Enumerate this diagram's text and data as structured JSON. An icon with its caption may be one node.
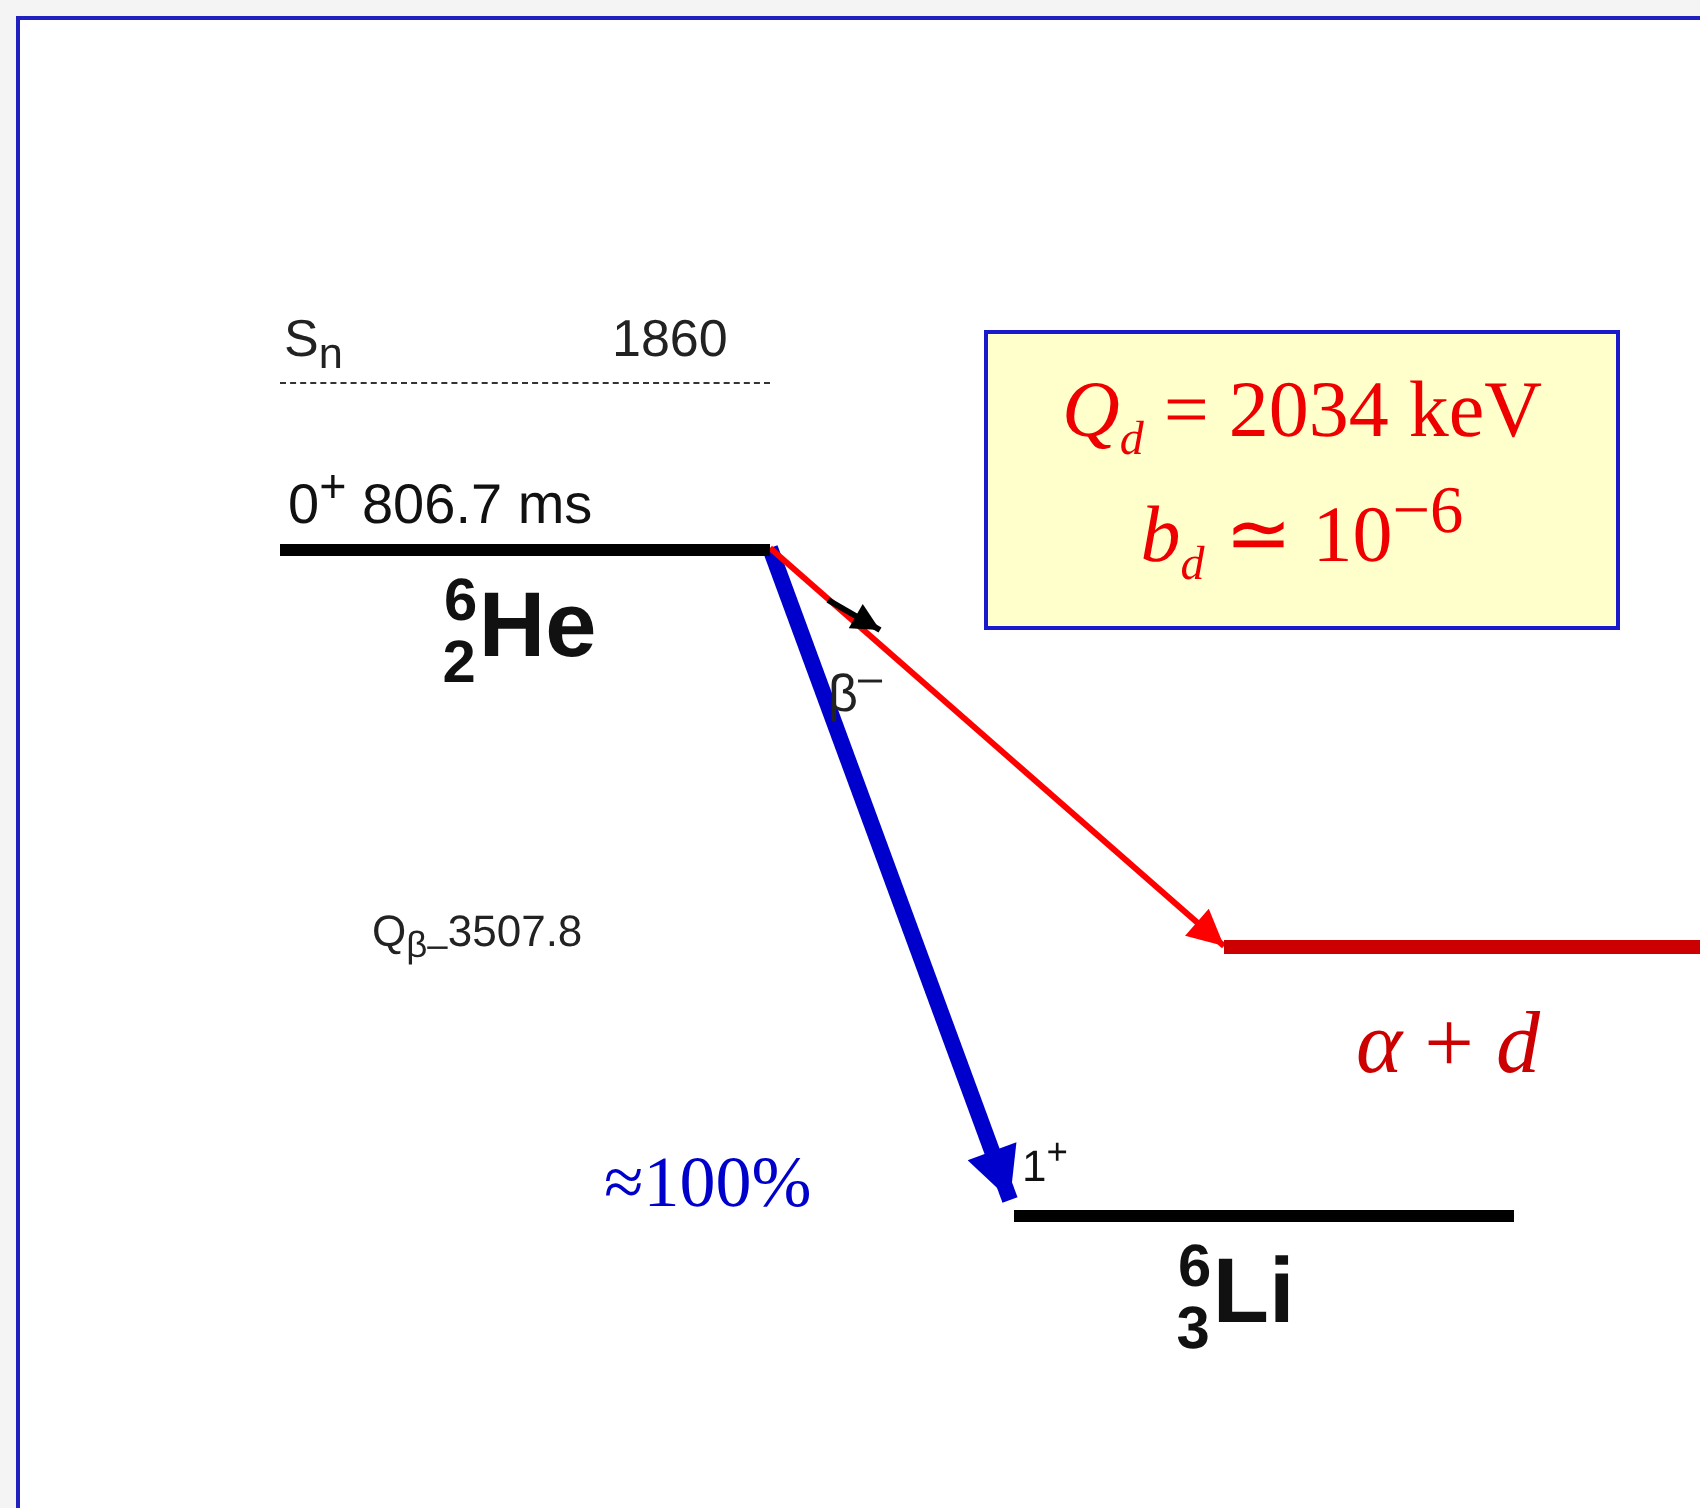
{
  "diagram": {
    "nodes": [
      {
        "text": [
          "0$^{+}$  806.7 ms",
          "$^{6}$$_{2}$He"
        ]
      },
      {
        "text": [
          "*α* + *d*"
        ]
      },
      {
        "text": [
          "1$^{+}$",
          "$^{6}$$_{3}$Li"
        ]
      },
      {
        "text": [
          "*Q*$_{d}$ = 2034 keV",
          "*b*$_{d}$ ≃ 10$^{−6}$"
        ]
      }
    ],
    "edges": [
      {
        "from": 0,
        "to": 2,
        "arrow": "to",
        "label": "≈100%",
        "style": "thick",
        "color": "#0000cc"
      },
      {
        "from": 0,
        "to": 1,
        "arrow": "to",
        "color": "#ff0000"
      }
    ],
    "labels": [
      "S$_{n}$",
      "1860",
      "β$^{–}$",
      "Q$_{β–}$3507.8"
    ]
  }
}
